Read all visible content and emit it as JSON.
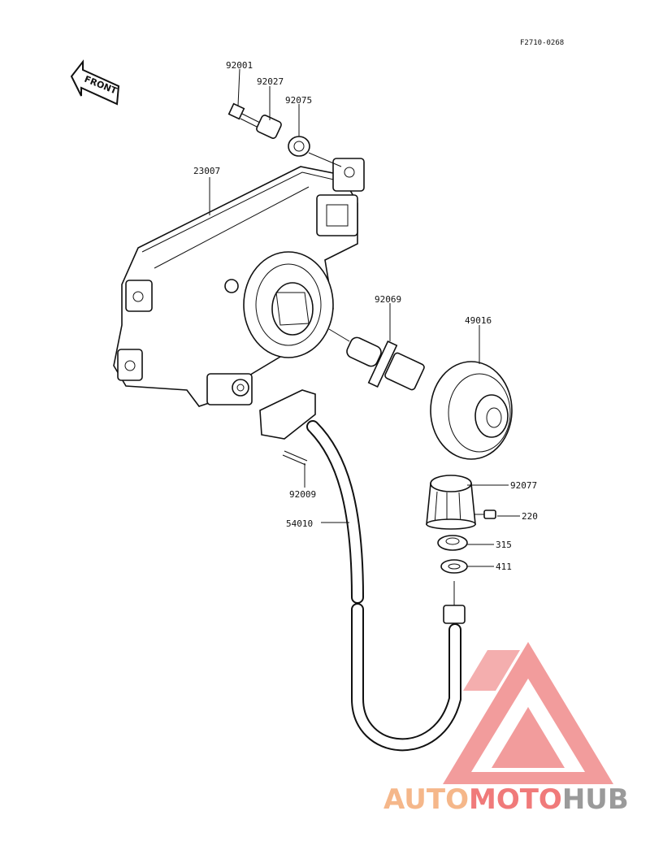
{
  "diagram_code": "F2710-0268",
  "front_label": "FRONT",
  "parts": {
    "p92001": "92001",
    "p92027": "92027",
    "p92075": "92075",
    "p23007": "23007",
    "p92069": "92069",
    "p49016": "49016",
    "p92009": "92009",
    "p54010": "54010",
    "p92077": "92077",
    "p220": "220",
    "p315": "315",
    "p411": "411"
  },
  "watermark": {
    "part1": "AUTO",
    "part2": "MOTO",
    "part3": "HUB",
    "color1": "#f5b78a",
    "color2": "#f07a7a",
    "color3": "#9a9a9a"
  }
}
